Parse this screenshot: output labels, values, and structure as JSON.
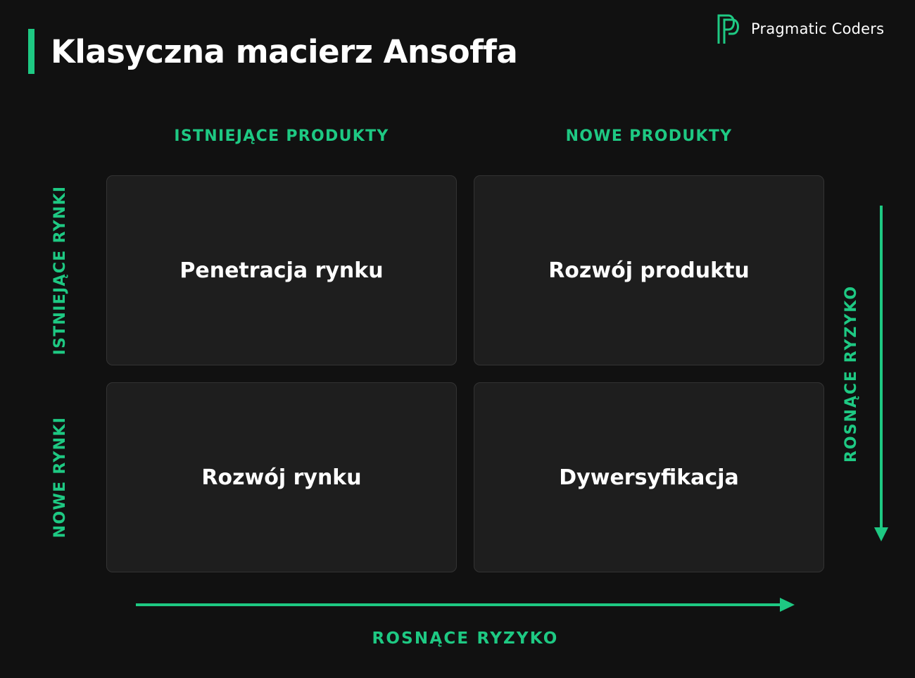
{
  "header": {
    "title": "Klasyczna macierz Ansoffa"
  },
  "brand": {
    "name": "Pragmatic Coders",
    "logo_icon": "pc-logo-icon"
  },
  "matrix": {
    "columns": [
      "ISTNIEJĄCE PRODUKTY",
      "NOWE PRODUKTY"
    ],
    "rows": [
      "ISTNIEJĄCE RYNKI",
      "NOWE RYNKI"
    ],
    "cells": [
      "Penetracja rynku",
      "Rozwój produktu",
      "Rozwój rynku",
      "Dywersyfikacja"
    ]
  },
  "axes": {
    "horizontal_label": "ROSNĄCE RYZYKO",
    "vertical_label": "ROSNĄCE RYZYKO"
  },
  "colors": {
    "accent": "#1ec983",
    "background": "#111111",
    "cell_background": "#1e1e1e",
    "text": "#ffffff"
  }
}
